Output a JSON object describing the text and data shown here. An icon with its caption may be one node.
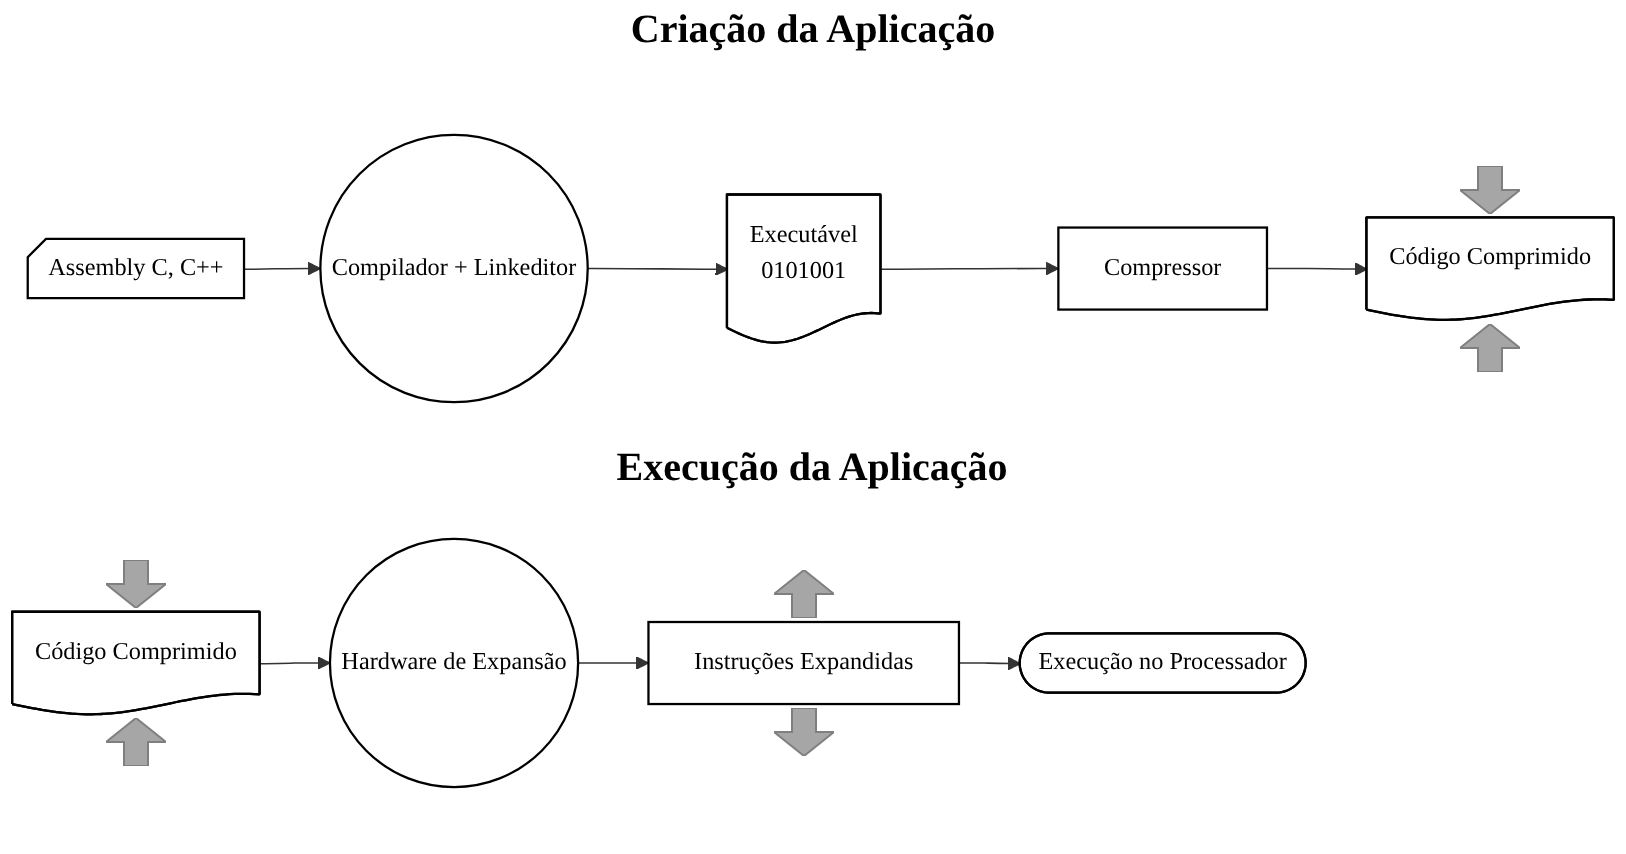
{
  "diagram": {
    "title": "Criação da Aplicação",
    "nodes": [
      {
        "text": [
          "Assembly C, C++"
        ]
      },
      {
        "text": [
          "Compilador + Linkeditor"
        ]
      },
      {
        "text": [
          "Executável",
          "0101001"
        ]
      },
      {
        "text": [
          "Compressor"
        ]
      },
      {
        "text": [
          "Código Comprimido"
        ]
      },
      {
        "text": [
          "Código Comprimido"
        ]
      },
      {
        "text": [
          "Hardware de Expansão"
        ]
      },
      {
        "text": [
          "Instruções Expandidas"
        ]
      },
      {
        "text": [
          "Execução no Processador"
        ]
      }
    ],
    "edges": [
      {
        "from": 0,
        "to": 1,
        "arrow": "to"
      },
      {
        "from": 1,
        "to": 2,
        "arrow": "to"
      },
      {
        "from": 2,
        "to": 3,
        "arrow": "to"
      },
      {
        "from": 3,
        "to": 4,
        "arrow": "to"
      },
      {
        "from": 5,
        "to": 6,
        "arrow": "to"
      },
      {
        "from": 6,
        "to": 7,
        "arrow": "to"
      },
      {
        "from": 7,
        "to": 8,
        "arrow": "to"
      }
    ],
    "labels": [
      "Execução da Aplicação"
    ]
  }
}
